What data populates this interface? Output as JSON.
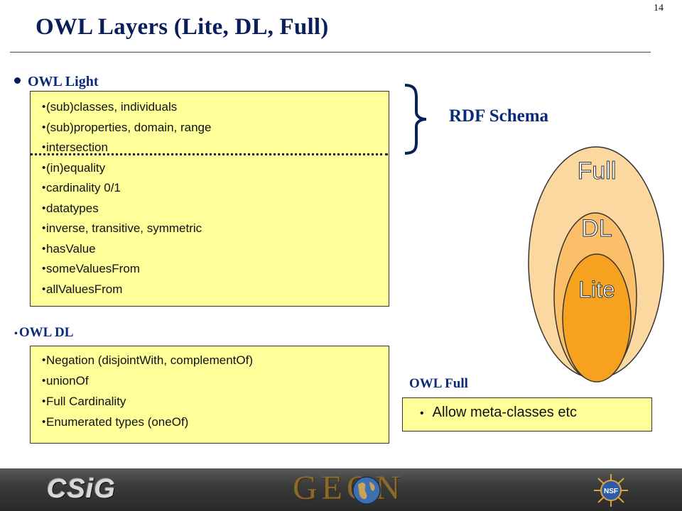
{
  "slide_number": "14",
  "title": "OWL Layers (Lite, DL, Full)",
  "owl_light": {
    "heading": "OWL Light",
    "rdf_items": [
      "(sub)classes, individuals",
      "(sub)properties, domain, range",
      "intersection"
    ],
    "owl_items": [
      "(in)equality",
      "cardinality 0/1",
      "datatypes",
      "inverse, transitive, symmetric",
      "hasValue",
      "someValuesFrom",
      "allValuesFrom"
    ],
    "rdf_label": "RDF Schema"
  },
  "owl_dl": {
    "heading": "OWL DL",
    "items": [
      "Negation (disjointWith, complementOf)",
      "unionOf",
      "Full Cardinality",
      "Enumerated types (oneOf)"
    ]
  },
  "owl_full": {
    "heading": "OWL Full",
    "items": [
      "Allow meta-classes etc"
    ]
  },
  "diagram": {
    "outer_label": "Full",
    "middle_label": "DL",
    "inner_label": "Lite",
    "colors": {
      "outer": "#fbd8a0",
      "middle": "#fbbf6a",
      "inner": "#f7a21e"
    }
  },
  "footer": {
    "left_logo": "CSiG",
    "center_logo": "GEON",
    "right_logo": "NSF"
  }
}
